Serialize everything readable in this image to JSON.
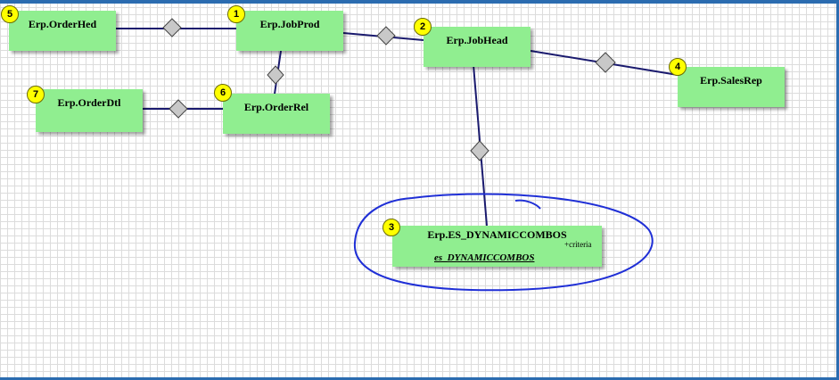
{
  "tables": [
    {
      "id": "t5",
      "name": "Erp.OrderHed",
      "number": "5"
    },
    {
      "id": "t1",
      "name": "Erp.JobProd",
      "number": "1"
    },
    {
      "id": "t2",
      "name": "Erp.JobHead",
      "number": "2"
    },
    {
      "id": "t4",
      "name": "Erp.SalesRep",
      "number": "4"
    },
    {
      "id": "t7",
      "name": "Erp.OrderDtl",
      "number": "7"
    },
    {
      "id": "t6",
      "name": "Erp.OrderRel",
      "number": "6"
    },
    {
      "id": "t3",
      "name": "Erp.ES_DYNAMICCOMBOS",
      "number": "3",
      "criteria": "+criteria",
      "alias": "es_DYNAMICCOMBOS"
    }
  ],
  "relations": [
    {
      "from": "Erp.OrderHed",
      "to": "Erp.JobProd"
    },
    {
      "from": "Erp.JobProd",
      "to": "Erp.JobHead"
    },
    {
      "from": "Erp.JobHead",
      "to": "Erp.SalesRep"
    },
    {
      "from": "Erp.JobProd",
      "to": "Erp.OrderRel"
    },
    {
      "from": "Erp.OrderDtl",
      "to": "Erp.OrderRel"
    },
    {
      "from": "Erp.JobHead",
      "to": "Erp.ES_DYNAMICCOMBOS"
    }
  ],
  "colors": {
    "table_fill": "#90ee90",
    "badge_fill": "#ffff00",
    "link_color": "#1a1a6e",
    "diamond_fill": "#c8c8c8",
    "annotation_circle": "#1f2fd6",
    "frame_accent": "#2b6cb0"
  }
}
